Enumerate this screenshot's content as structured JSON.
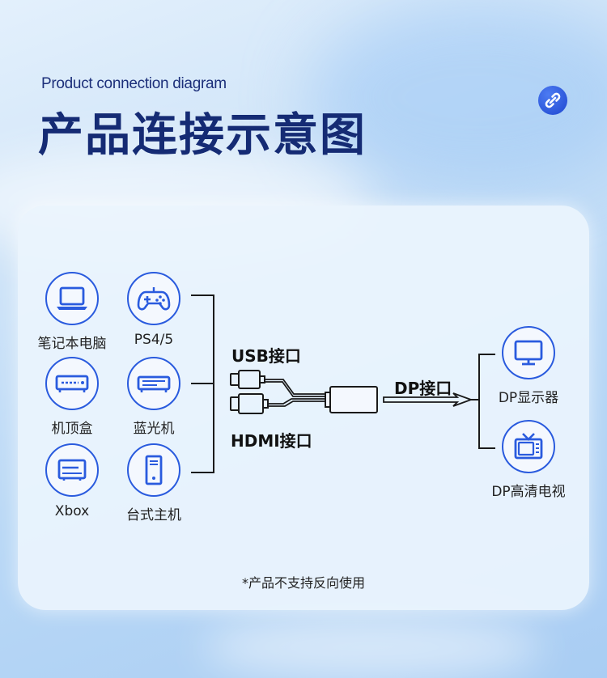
{
  "header": {
    "subtitle": "Product connection diagram",
    "title": "产品连接示意图",
    "badge_icon": "link-icon"
  },
  "sources": [
    {
      "label": "笔记本电脑",
      "icon": "laptop-icon"
    },
    {
      "label": "PS4/5",
      "icon": "gamepad-icon"
    },
    {
      "label": "机顶盒",
      "icon": "settop-box-icon"
    },
    {
      "label": "蓝光机",
      "icon": "bluray-player-icon"
    },
    {
      "label": "Xbox",
      "icon": "xbox-console-icon"
    },
    {
      "label": "台式主机",
      "icon": "desktop-tower-icon"
    }
  ],
  "ports": {
    "usb": "USB接口",
    "hdmi": "HDMI接口",
    "dp": "DP接口"
  },
  "outputs": [
    {
      "label": "DP显示器",
      "icon": "monitor-icon"
    },
    {
      "label": "DP高清电视",
      "icon": "tv-icon"
    }
  ],
  "note": "*产品不支持反向使用",
  "colors": {
    "accent": "#2a5bde",
    "title": "#152b74",
    "line": "#1a1a1a"
  }
}
